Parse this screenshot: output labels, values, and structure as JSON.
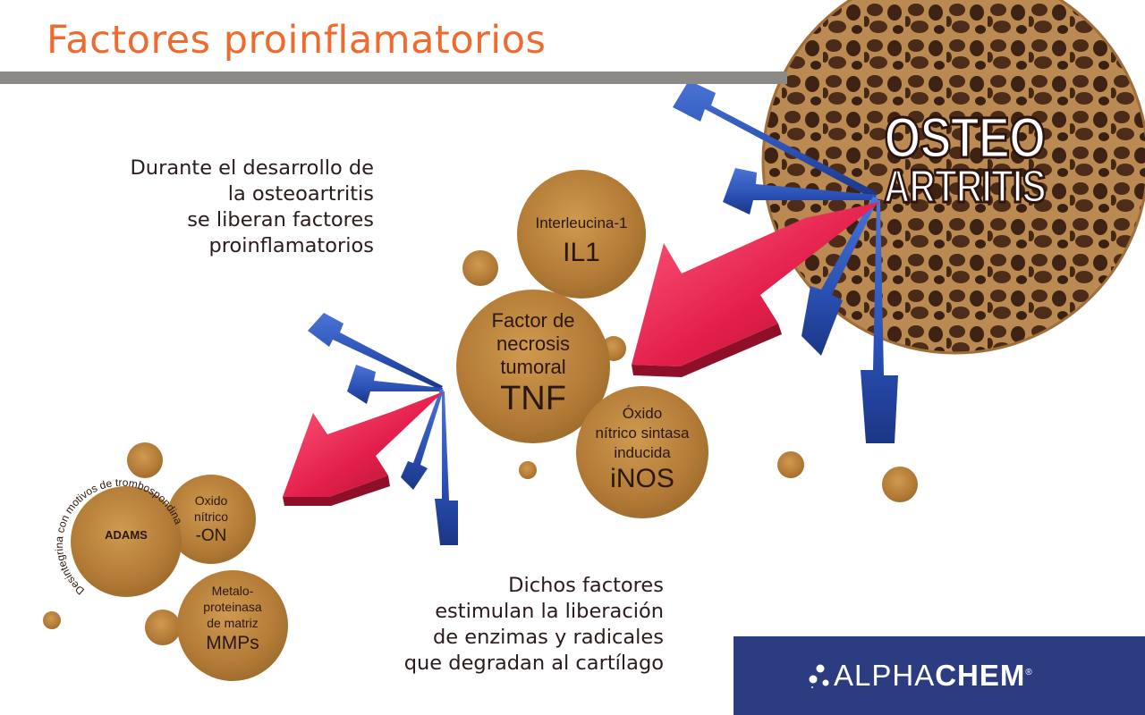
{
  "title": "Factores proinflamatorios",
  "intro_lines": [
    "Durante el desarrollo de",
    "la osteoartritis",
    "se liberan factores",
    "proinflamatorios"
  ],
  "outro_lines": [
    "Dichos factores",
    "estimulan la liberación",
    "de enzimas y radicales",
    "que degradan al cartílago"
  ],
  "osteo": {
    "line1": "OSTEO",
    "line2": "ARTRITIS"
  },
  "bubbles": {
    "il1": {
      "name": "Interleucina-1",
      "abbr": "IL1"
    },
    "tnf": {
      "name_lines": [
        "Factor de",
        "necrosis",
        "tumoral"
      ],
      "abbr": "TNF"
    },
    "inos": {
      "name_lines": [
        "Óxido",
        "nítrico sintasa",
        "inducida"
      ],
      "abbr": "iNOS"
    },
    "on": {
      "name_lines": [
        "Oxido",
        "nítrico"
      ],
      "abbr": "-ON"
    },
    "mmp": {
      "name_lines": [
        "Metalo-",
        "proteinasa",
        "de matriz"
      ],
      "abbr": "MMPs"
    },
    "adams": {
      "abbr": "ADAMS",
      "ring_text": "Desintegrina con motivos de trombospondina"
    }
  },
  "brand": {
    "light": "ALPHA",
    "bold": "CHEM",
    "reg": "®"
  },
  "colors": {
    "title": "#ee6a2e",
    "bubble": "#b5803a",
    "arrow_blue": "#2c52b8",
    "arrow_red": "#e1244f",
    "brand_bar": "#2c3c80",
    "bone": "#a97a45"
  },
  "icons": [
    "alphachem-logo-dots-icon",
    "blue-arrow-icon",
    "red-arrow-icon",
    "bone-texture-icon"
  ]
}
